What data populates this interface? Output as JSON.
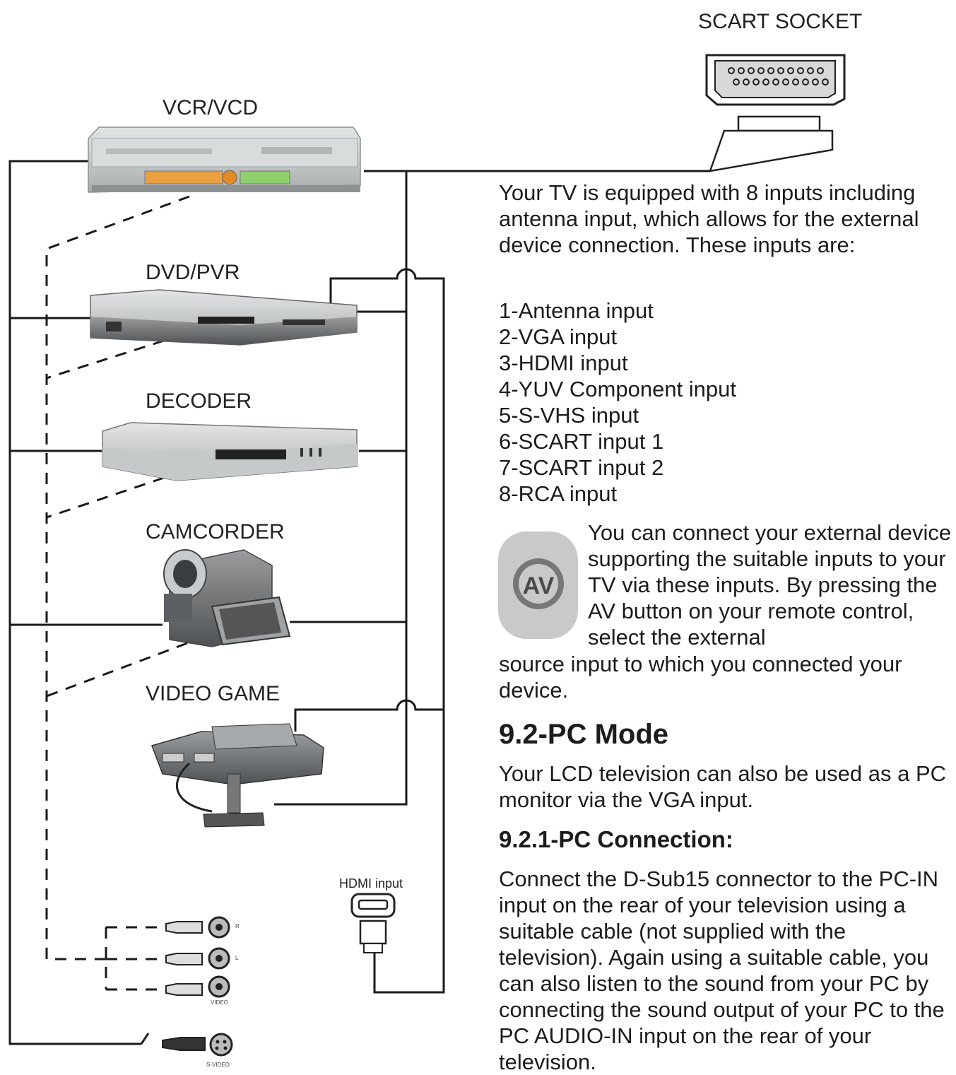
{
  "diagram": {
    "scart_label": "SCART SOCKET",
    "devices": {
      "vcr": "VCR/VCD",
      "dvd": "DVD/PVR",
      "decoder": "DECODER",
      "camcorder": "CAMCORDER",
      "videogame": "VIDEO GAME"
    },
    "hdmi_label": "HDMI input",
    "av_button": "AV",
    "jack_labels": {
      "r": "R",
      "l": "L",
      "video": "VIDEO",
      "svideo": "S-VIDEO"
    }
  },
  "text": {
    "intro": "Your TV is equipped with 8 inputs including antenna input, which allows for the external device connection. These inputs are:",
    "inputs": [
      "1-Antenna input",
      "2-VGA input",
      "3-HDMI input",
      "4-YUV Component input",
      "5-S-VHS input",
      "6-SCART input 1",
      "7-SCART input 2",
      "8-RCA input"
    ],
    "av_paragraph": "You can connect your external device supporting the suitable inputs to your TV via these inputs. By pressing the AV button on your remote control, select the external",
    "av_paragraph_cont": "source input to which you connected your device.",
    "pc_mode_heading": "9.2-PC Mode",
    "pc_mode_text": "Your LCD television can also be used as a PC monitor via the VGA input.",
    "pc_connection_heading": "9.2.1-PC Connection:",
    "pc_connection_text": "Connect the D-Sub15 connector to the PC-IN input on the rear  of your television using a suitable cable (not supplied with the television). Again using a suitable cable, you can also listen to the sound from your PC by connecting the sound output of your PC to the PC AUDIO-IN input on the rear of your television."
  }
}
